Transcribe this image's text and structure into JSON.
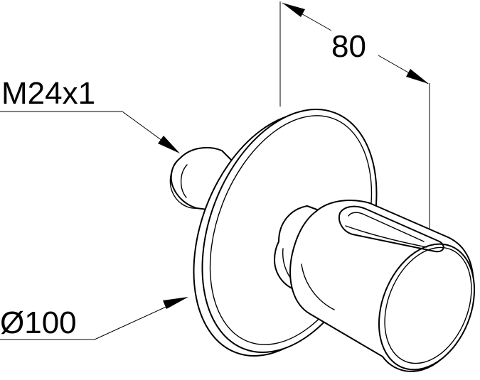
{
  "dimensions": {
    "depth": "80",
    "thread": "M24x1",
    "rosette_diameter": "Ø100"
  }
}
